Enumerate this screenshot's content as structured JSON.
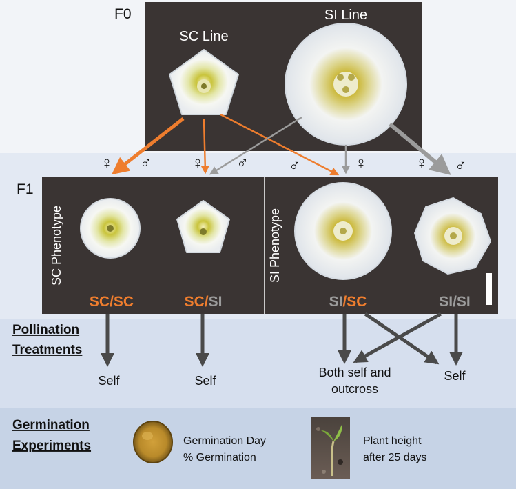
{
  "generations": {
    "f0": "F0",
    "f1": "F1"
  },
  "lines": {
    "sc": "SC Line",
    "si": "SI Line"
  },
  "symbols": {
    "female": "♀",
    "male": "♂"
  },
  "phenotypes": {
    "sc": "SC Phenotype",
    "si": "SI Phenotype"
  },
  "genotypes": {
    "g1": {
      "a": "SC",
      "sep": "/",
      "b": "SC"
    },
    "g2": {
      "a": "SC",
      "sep": "/",
      "b": "SI"
    },
    "g3": {
      "a": "SI",
      "sep": "/",
      "b": "SC"
    },
    "g4": {
      "a": "SI",
      "sep": "/",
      "b": "SI"
    }
  },
  "pollination": {
    "heading_line1": "Pollination",
    "heading_line2": "Treatments",
    "self": "Self",
    "both_line1": "Both self and",
    "both_line2": "outcross"
  },
  "germination": {
    "heading_line1": "Germination",
    "heading_line2": "Experiments",
    "metric1_line1": "Germination Day",
    "metric1_line2": "% Germination",
    "metric2_line1": "Plant height",
    "metric2_line2": "after 25 days"
  },
  "colors": {
    "sc_orange": "#ee7d2e",
    "si_gray": "#9b9b9b",
    "panel_dark": "#3a3433",
    "arrow_dark": "#4a4a4a",
    "band_mid": "#d8e1ef",
    "band_bottom": "#c6d3e6"
  }
}
